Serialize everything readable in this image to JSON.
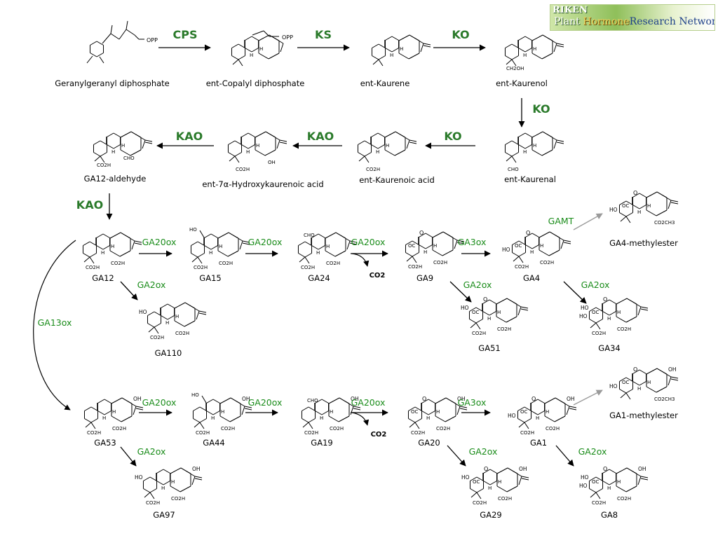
{
  "logo": {
    "line1": "RIKEN",
    "line2a": "Plant",
    "line2b": "Hormone",
    "line2c": "Research Network"
  },
  "compounds": {
    "ggpp": "Geranylgeranyl diphosphate",
    "cpp": "ent-Copalyl diphosphate",
    "kaurene": "ent-Kaurene",
    "kaurenol": "ent-Kaurenol",
    "kaurenal": "ent-Kaurenal",
    "kaurenoic": "ent-Kaurenoic acid",
    "hydroxy": "ent-7α-Hydroxykaurenoic acid",
    "ga12ald": "GA12-aldehyde",
    "ga12": "GA12",
    "ga15": "GA15",
    "ga24": "GA24",
    "ga9": "GA9",
    "ga4": "GA4",
    "ga4me": "GA4-methylester",
    "ga110": "GA110",
    "ga51": "GA51",
    "ga34": "GA34",
    "ga53": "GA53",
    "ga44": "GA44",
    "ga19": "GA19",
    "ga20": "GA20",
    "ga1": "GA1",
    "ga1me": "GA1-methylester",
    "ga97": "GA97",
    "ga29": "GA29",
    "ga8": "GA8"
  },
  "enzymes": {
    "cps": "CPS",
    "ks": "KS",
    "ko1": "KO",
    "ko2": "KO",
    "ko3": "KO",
    "kao1": "KAO",
    "kao2": "KAO",
    "kao3": "KAO",
    "ga20ox_1": "GA20ox",
    "ga20ox_2": "GA20ox",
    "ga20ox_3": "GA20ox",
    "ga3ox_1": "GA3ox",
    "gamt": "GAMT",
    "ga2ox_1": "GA2ox",
    "ga2ox_2": "GA2ox",
    "ga2ox_3": "GA2ox",
    "ga13ox": "GA13ox",
    "ga20ox_4": "GA20ox",
    "ga20ox_5": "GA20ox",
    "ga20ox_6": "GA20ox",
    "ga3ox_2": "GA3ox",
    "ga2ox_4": "GA2ox",
    "ga2ox_5": "GA2ox",
    "ga2ox_6": "GA2ox"
  },
  "byproducts": {
    "co2_1": "CO2",
    "co2_2": "CO2"
  },
  "atoms": {
    "opp": "OPP",
    "h": "H",
    "ch2oh": "CH2OH",
    "cho": "CHO",
    "oh": "OH",
    "ho": "HO",
    "co2h": "CO2H",
    "co2ch3": "CO2CH3",
    "o": "O",
    "oc": "OC"
  }
}
